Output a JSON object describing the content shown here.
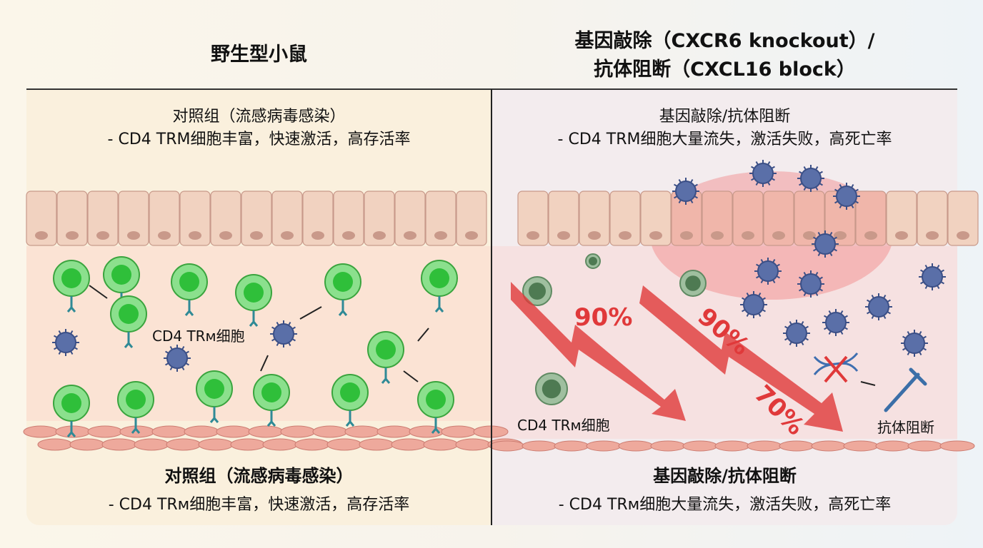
{
  "header": {
    "left_title": "野生型小鼠",
    "right_title_line1": "基因敲除（CXCR6 knockout）/",
    "right_title_line2": "抗体阻断（CXCL16 block）"
  },
  "left_panel": {
    "top_heading": "对照组（流感病毒感染）",
    "top_desc": "- CD4 TRM细胞丰富，快速激活，高存活率",
    "cell_label": "CD4 TRм细胞",
    "bottom_heading": "对照组（流感病毒感染）",
    "bottom_desc": "- CD4 TRм细胞丰富，快速激活，高存活率"
  },
  "right_panel": {
    "top_heading": "基因敲除/抗体阻断",
    "top_desc": "- CD4 TRM细胞大量流失，激活失败，高死亡率",
    "cell_label": "CD4 TRм细胞",
    "antibody_label": "抗体阻断",
    "percent_1": "90%",
    "percent_2": "90%",
    "percent_3": "70%",
    "bottom_heading": "基因敲除/抗体阻断",
    "bottom_desc": "- CD4 TRм细胞大量流失，激活失败，高死亡率"
  },
  "colors": {
    "cell_green": "#2fbf3a",
    "virus_blue": "#3b4f86",
    "arrow_red": "#e0393a",
    "epithelium": "#f1d2c0",
    "endothelium": "#eea99c"
  }
}
